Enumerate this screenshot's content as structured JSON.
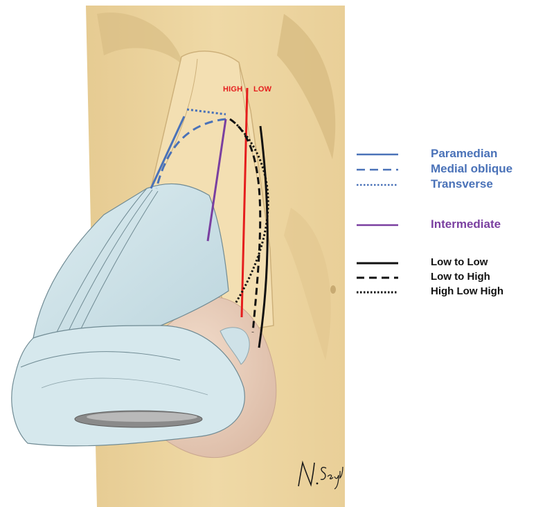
{
  "colors": {
    "blue": "#4a72b8",
    "purple": "#7a3fa0",
    "red": "#e51d1d",
    "black": "#111111",
    "skin": "#eed7a3",
    "skin_shadow": "#dcbf86",
    "cartilage": "#cfe2e8",
    "tip": "#ead0be"
  },
  "markers": {
    "high": "HIGH",
    "low": "LOW"
  },
  "legend": [
    {
      "id": "paramedian",
      "label": "Paramedian",
      "color": "#4a72b8",
      "style": "solid"
    },
    {
      "id": "medial-oblique",
      "label": "Medial oblique",
      "color": "#4a72b8",
      "style": "dashed"
    },
    {
      "id": "transverse",
      "label": "Transverse",
      "color": "#4a72b8",
      "style": "dotted"
    },
    {
      "id": "intermediate",
      "label": "Intermediate",
      "color": "#7a3fa0",
      "style": "solid"
    },
    {
      "id": "low-to-low",
      "label": "Low to Low",
      "color": "#111111",
      "style": "solid"
    },
    {
      "id": "low-to-high",
      "label": "Low to High",
      "color": "#111111",
      "style": "dashed"
    },
    {
      "id": "high-low-high",
      "label": "High Low High",
      "color": "#111111",
      "style": "dotted"
    }
  ],
  "signature": "N. Seyid"
}
